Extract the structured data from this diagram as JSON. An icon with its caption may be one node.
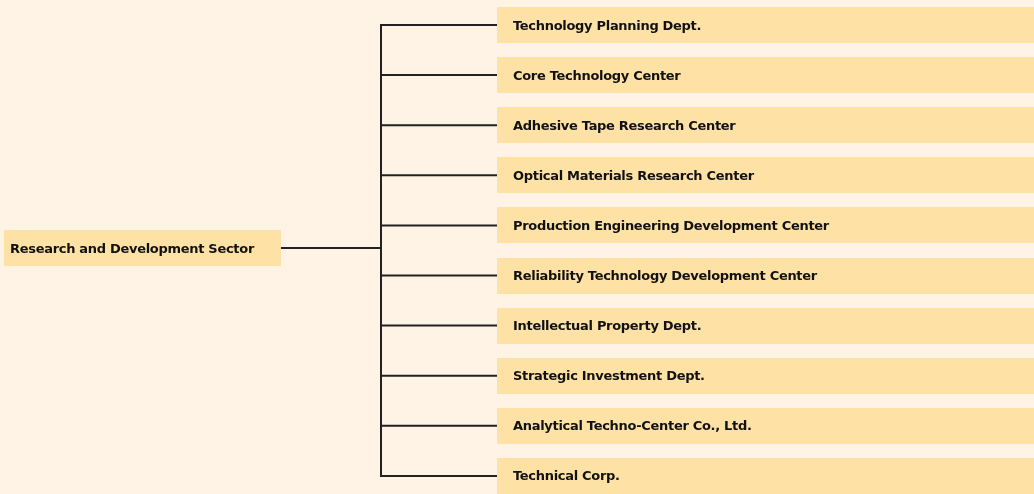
{
  "diagram": {
    "nodes": [
      {
        "text": [
          "Research and Development Sector"
        ]
      },
      {
        "text": [
          "Technology Planning Dept."
        ]
      },
      {
        "text": [
          "Core Technology Center"
        ]
      },
      {
        "text": [
          "Adhesive Tape Research Center"
        ]
      },
      {
        "text": [
          "Optical Materials Research Center"
        ]
      },
      {
        "text": [
          "Production Engineering Development Center"
        ]
      },
      {
        "text": [
          "Reliability Technology Development Center"
        ]
      },
      {
        "text": [
          "Intellectual Property Dept."
        ]
      },
      {
        "text": [
          "Strategic Investment Dept."
        ]
      },
      {
        "text": [
          "Analytical Techno-Center Co., Ltd."
        ]
      },
      {
        "text": [
          "Technical Corp."
        ]
      }
    ],
    "edges": [
      {
        "from": 0,
        "to": 1,
        "arrow": "none"
      },
      {
        "from": 0,
        "to": 2,
        "arrow": "none"
      },
      {
        "from": 0,
        "to": 3,
        "arrow": "none"
      },
      {
        "from": 0,
        "to": 4,
        "arrow": "none"
      },
      {
        "from": 0,
        "to": 5,
        "arrow": "none"
      },
      {
        "from": 0,
        "to": 6,
        "arrow": "none"
      },
      {
        "from": 0,
        "to": 7,
        "arrow": "none"
      },
      {
        "from": 0,
        "to": 8,
        "arrow": "none"
      },
      {
        "from": 0,
        "to": 9,
        "arrow": "none"
      },
      {
        "from": 0,
        "to": 10,
        "arrow": "none"
      }
    ]
  }
}
